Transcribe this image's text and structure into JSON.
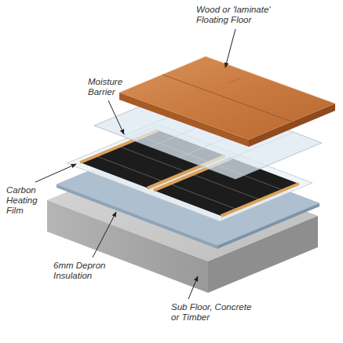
{
  "diagram": {
    "labels": [
      "Wood or 'laminate' Floating Floor",
      "Moisture Barrier",
      "Carbon Heating Film",
      "6mm Depron Insulation",
      "Sub Floor, Concrete or Timber"
    ]
  }
}
